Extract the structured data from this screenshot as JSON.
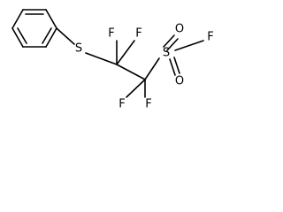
{
  "molecule": {
    "atoms": {
      "sulfur_thioether": "S",
      "fluorine_1": "F",
      "fluorine_2": "F",
      "fluorine_3": "F",
      "fluorine_4": "F",
      "sulfur_sulfonyl": "S",
      "oxygen_1": "O",
      "oxygen_2": "O",
      "fluorine_sulfonyl": "F"
    }
  }
}
